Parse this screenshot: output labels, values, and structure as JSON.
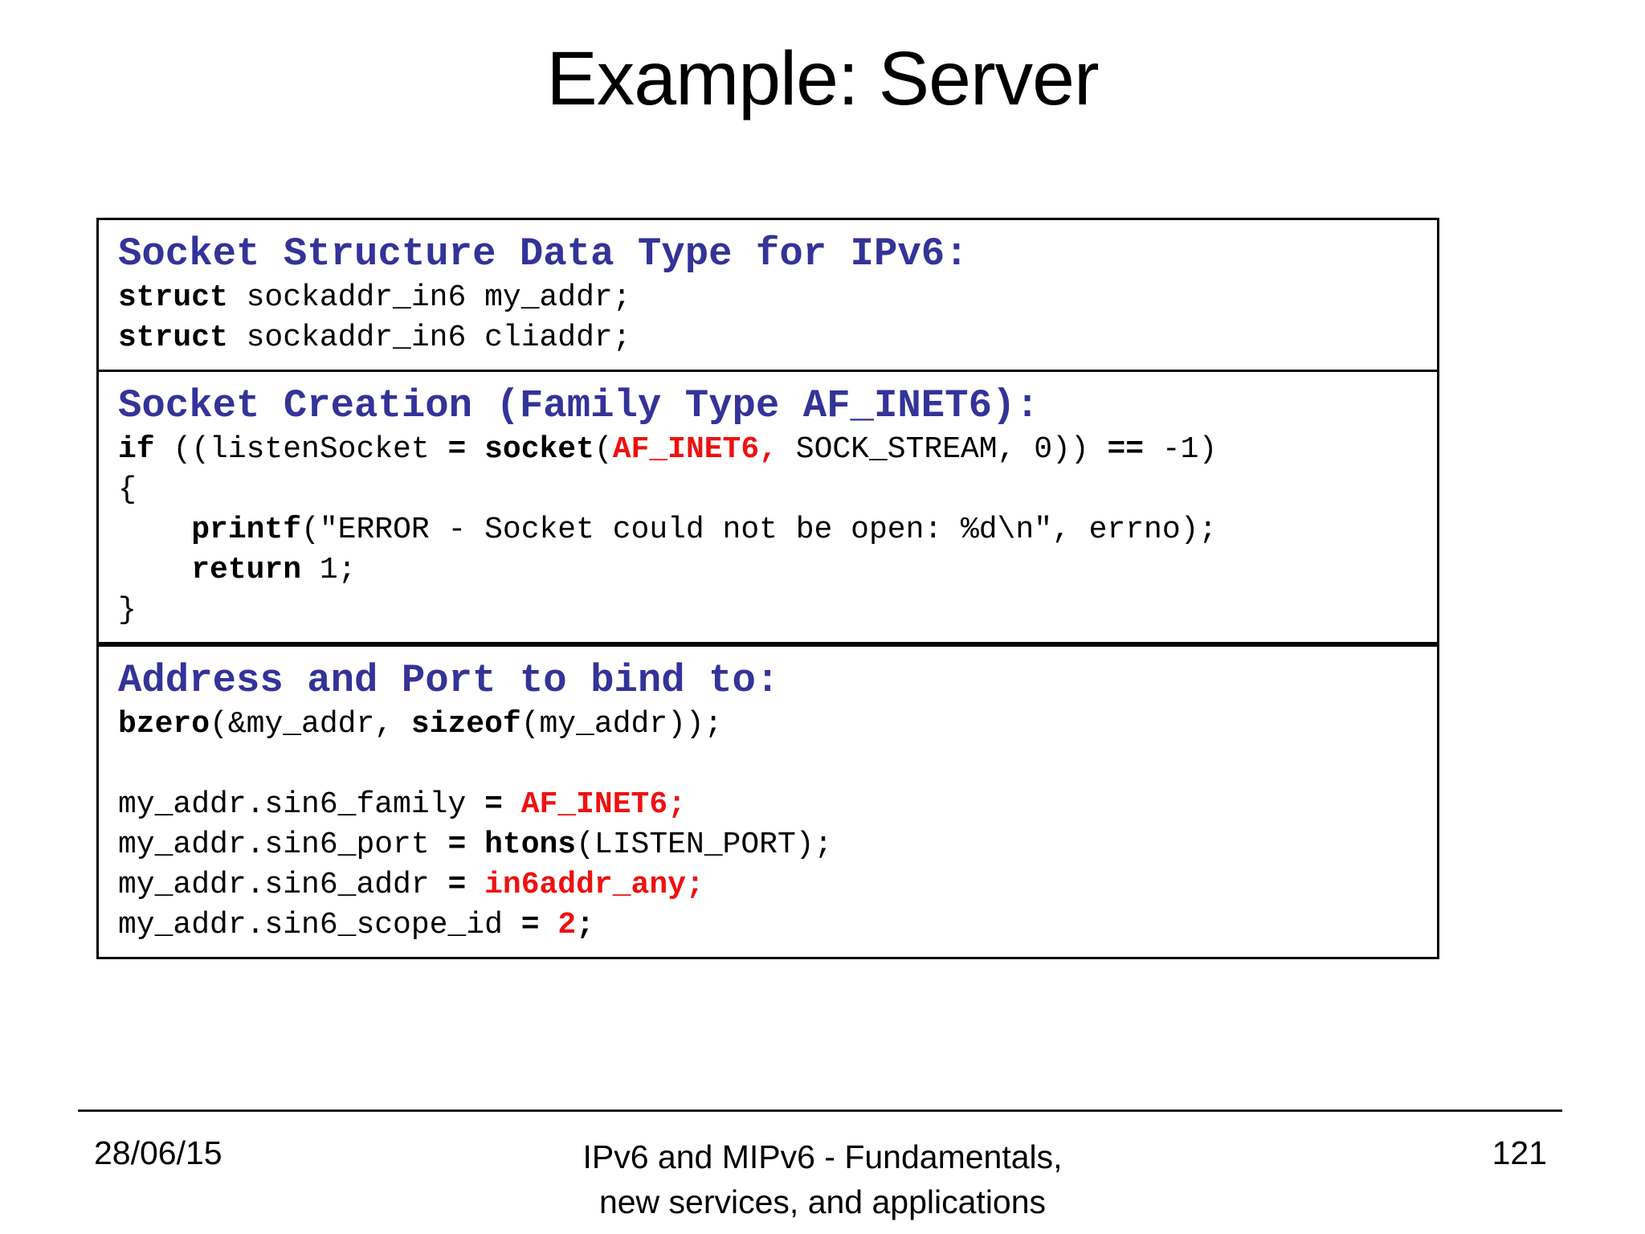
{
  "slide": {
    "title": "Example: Server",
    "date": "28/06/15",
    "footer_line1": "IPv6 and MIPv6 - Fundamentals,",
    "footer_line2": "new services, and applications",
    "page_number": "121"
  },
  "colors": {
    "heading_blue": "#333399",
    "keyword_red": "#ee1111",
    "border_black": "#000000"
  },
  "boxes": [
    {
      "heading": "Socket Structure Data Type for IPv6:",
      "lines": [
        [
          {
            "t": "struct",
            "s": "b"
          },
          {
            "t": " sockaddr_in6 my_addr;",
            "s": "p"
          }
        ],
        [
          {
            "t": "struct",
            "s": "b"
          },
          {
            "t": " sockaddr_in6 cliaddr;",
            "s": "p"
          }
        ]
      ]
    },
    {
      "heading": "Socket Creation (Family Type AF_INET6):",
      "lines": [
        [
          {
            "t": "if",
            "s": "b"
          },
          {
            "t": " ((listenSocket ",
            "s": "p"
          },
          {
            "t": "=",
            "s": "b"
          },
          {
            "t": " ",
            "s": "p"
          },
          {
            "t": "socket",
            "s": "b"
          },
          {
            "t": "(",
            "s": "p"
          },
          {
            "t": "AF_INET6,",
            "s": "r"
          },
          {
            "t": " SOCK_STREAM, 0)) ",
            "s": "p"
          },
          {
            "t": "==",
            "s": "b"
          },
          {
            "t": " -1)",
            "s": "p"
          }
        ],
        [
          {
            "t": "{",
            "s": "p"
          }
        ],
        [
          {
            "t": "    ",
            "s": "p"
          },
          {
            "t": "printf",
            "s": "b"
          },
          {
            "t": "(\"ERROR - Socket could not be open: %d\\n\", errno);",
            "s": "p"
          }
        ],
        [
          {
            "t": "    ",
            "s": "p"
          },
          {
            "t": "return",
            "s": "b"
          },
          {
            "t": " 1;",
            "s": "p"
          }
        ],
        [
          {
            "t": "}",
            "s": "p"
          }
        ]
      ]
    },
    {
      "heading": "Address and Port to bind to:",
      "lines": [
        [
          {
            "t": "bzero",
            "s": "b"
          },
          {
            "t": "(&my_addr, ",
            "s": "p"
          },
          {
            "t": "sizeof",
            "s": "b"
          },
          {
            "t": "(my_addr));",
            "s": "p"
          }
        ],
        [],
        [
          {
            "t": "my_addr.sin6_family ",
            "s": "p"
          },
          {
            "t": "=",
            "s": "b"
          },
          {
            "t": " ",
            "s": "p"
          },
          {
            "t": "AF_INET6;",
            "s": "r"
          }
        ],
        [
          {
            "t": "my_addr.sin6_port ",
            "s": "p"
          },
          {
            "t": "=",
            "s": "b"
          },
          {
            "t": " ",
            "s": "p"
          },
          {
            "t": "htons",
            "s": "b"
          },
          {
            "t": "(LISTEN_PORT);",
            "s": "p"
          }
        ],
        [
          {
            "t": "my_addr.sin6_addr ",
            "s": "p"
          },
          {
            "t": "=",
            "s": "b"
          },
          {
            "t": " ",
            "s": "p"
          },
          {
            "t": "in6addr_any;",
            "s": "r"
          }
        ],
        [
          {
            "t": "my_addr.sin6_scope_id ",
            "s": "p"
          },
          {
            "t": "=",
            "s": "b"
          },
          {
            "t": " ",
            "s": "p"
          },
          {
            "t": "2",
            "s": "r"
          },
          {
            "t": ";",
            "s": "b"
          }
        ]
      ]
    }
  ]
}
